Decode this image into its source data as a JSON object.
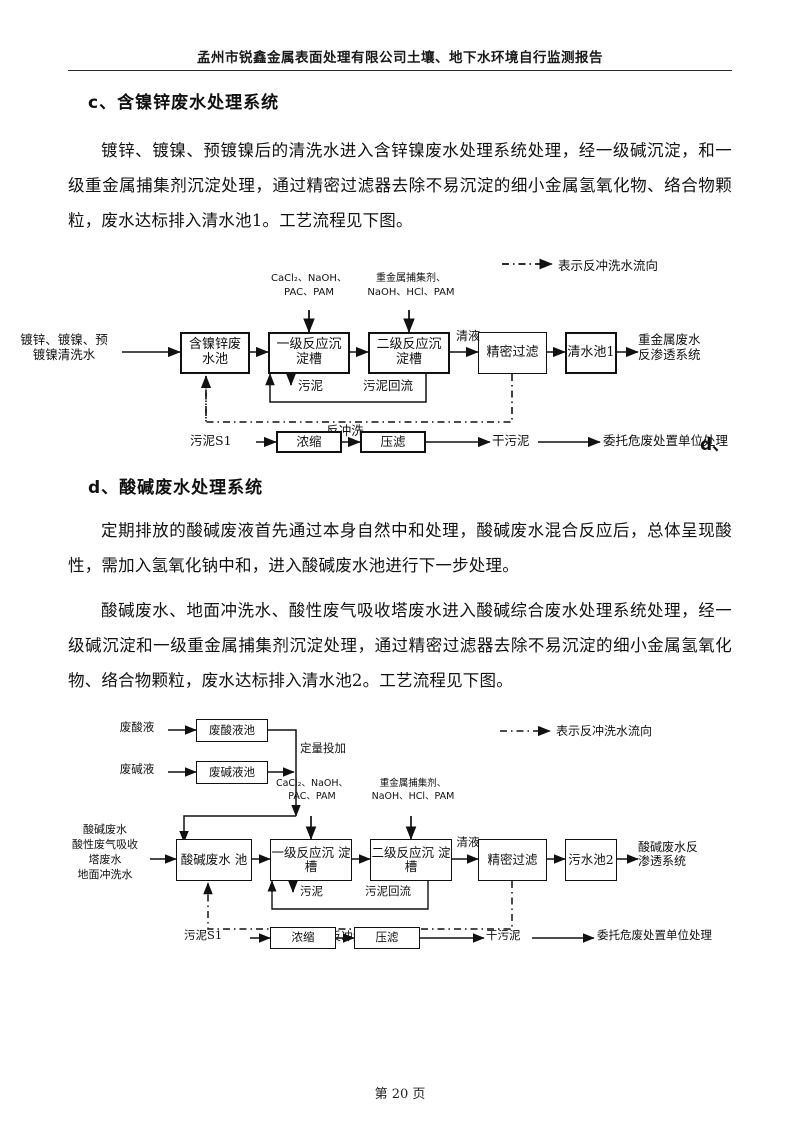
{
  "document": {
    "header_title": "孟州市锐鑫金属表面处理有限公司土壤、地下水环境自行监测报告",
    "footer": "第 20 页"
  },
  "sections": [
    {
      "heading": "c、含镍锌废水处理系统",
      "paragraph": "镀锌、镀镍、预镀镍后的清洗水进入含锌镍废水处理系统处理，经一级碱沉淀，和一级重金属捕集剂沉淀处理，通过精密过滤器去除不易沉淀的细小金属氢氧化物、络合物颗粒，废水达标排入清水池1。工艺流程见下图。"
    },
    {
      "heading": "d、酸碱废水处理系统",
      "paragraph1": "定期排放的酸碱废液首先通过本身自然中和处理，酸碱废水混合反应后，总体呈现酸性，需加入氢氧化钠中和，进入酸碱废水池进行下一步处理。",
      "paragraph2": "酸碱废水、地面冲洗水、酸性废气吸收塔废水进入酸碱综合废水处理系统处理，经一级碱沉淀和一级重金属捕集剂沉淀处理，通过精密过滤器去除不易沉淀的细小金属氢氧化物、络合物颗粒，废水达标排入清水池2。工艺流程见下图。"
    }
  ],
  "stray_marker": "d、",
  "chart1": {
    "legend_text": "表示反冲洗水流向",
    "inflow_label": "镀锌、镀镍、预\n镀镍清洗水",
    "chem1": "CaCl₂、NaOH、\nPAC、PAM",
    "chem2": "重金属捕集剂、\nNaOH、HCl、PAM",
    "nodes": [
      {
        "id": "tank",
        "label": "含镍锌废\n水池"
      },
      {
        "id": "react1",
        "label": "一级反应沉\n淀槽"
      },
      {
        "id": "react2",
        "label": "二级反应沉\n淀槽"
      },
      {
        "id": "filter",
        "label": "精密过滤"
      },
      {
        "id": "clearpool",
        "label": "清水池1"
      }
    ],
    "edge_labels": {
      "clear_liquid": "清液",
      "sludge": "污泥",
      "sludge_return": "污泥回流",
      "backwash": "反冲洗"
    },
    "outflow_label": "重金属废水\n反渗透系统",
    "sludge_line": {
      "source": "污泥S1",
      "nodes": [
        {
          "id": "thicken",
          "label": "浓缩"
        },
        {
          "id": "press",
          "label": "压滤"
        }
      ],
      "dry_sludge": "干污泥",
      "disposal": "委托危废处置单位处理"
    }
  },
  "chart2": {
    "legend_text": "表示反冲洗水流向",
    "acid_in": "废酸液",
    "alkali_in": "废碱液",
    "acid_tank": "废酸液池",
    "alkali_tank": "废碱液池",
    "dosing_label": "定量投加",
    "inflow_label": "酸碱废水\n酸性废气吸收\n塔废水\n地面冲洗水",
    "chem1": "CaCl₂、NaOH、\nPAC、PAM",
    "chem2": "重金属捕集剂、\nNaOH、HCl、PAM",
    "nodes": [
      {
        "id": "tank",
        "label": "酸碱废水\n池"
      },
      {
        "id": "react1",
        "label": "一级反应沉\n淀槽"
      },
      {
        "id": "react2",
        "label": "二级反应沉\n淀槽"
      },
      {
        "id": "filter",
        "label": "精密过滤"
      },
      {
        "id": "clearpool",
        "label": "污水池2"
      }
    ],
    "edge_labels": {
      "clear_liquid": "清液",
      "sludge": "污泥",
      "sludge_return": "污泥回流",
      "backwash": "反冲洗"
    },
    "outflow_label": "酸碱废水反\n渗透系统",
    "sludge_line": {
      "source": "污泥S1",
      "nodes": [
        {
          "id": "thicken",
          "label": "浓缩"
        },
        {
          "id": "press",
          "label": "压滤"
        }
      ],
      "dry_sludge": "干污泥",
      "disposal": "委托危废处置单位处理"
    }
  }
}
